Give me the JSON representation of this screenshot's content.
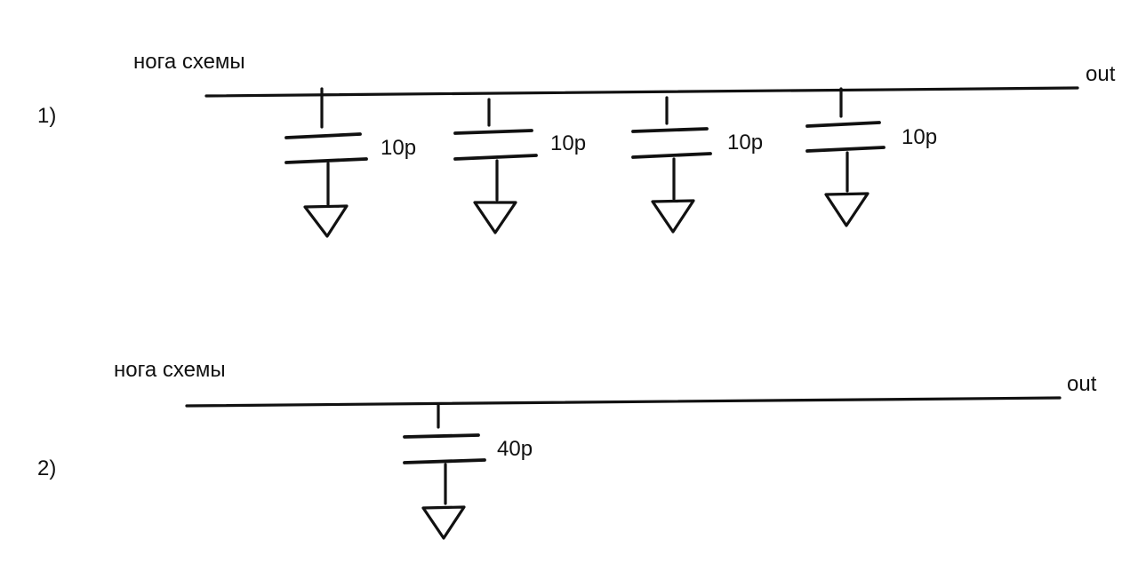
{
  "circuits": [
    {
      "number": "1)",
      "input_label": "нога схемы",
      "output_label": "out",
      "capacitors": [
        {
          "value": "10p"
        },
        {
          "value": "10p"
        },
        {
          "value": "10p"
        },
        {
          "value": "10p"
        }
      ]
    },
    {
      "number": "2)",
      "input_label": "нога схемы",
      "output_label": "out",
      "capacitors": [
        {
          "value": "40p"
        }
      ]
    }
  ]
}
